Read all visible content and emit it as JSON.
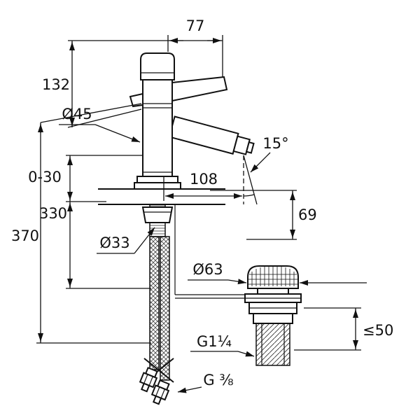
{
  "colors": {
    "line": "#111111",
    "background": "#ffffff"
  },
  "labels": {
    "handle_width": "77",
    "body_height": "132",
    "body_diameter": "Ø45",
    "spout_angle": "15°",
    "deck_range": "0-30",
    "spout_projection": "108",
    "below_deck_length": "330",
    "total_length": "370",
    "shank_diameter": "Ø33",
    "spout_height": "69",
    "plug_diameter": "Ø63",
    "waste_max_thickness": "≤50",
    "waste_thread": "G1¼",
    "hose_thread": "G ⅜"
  }
}
